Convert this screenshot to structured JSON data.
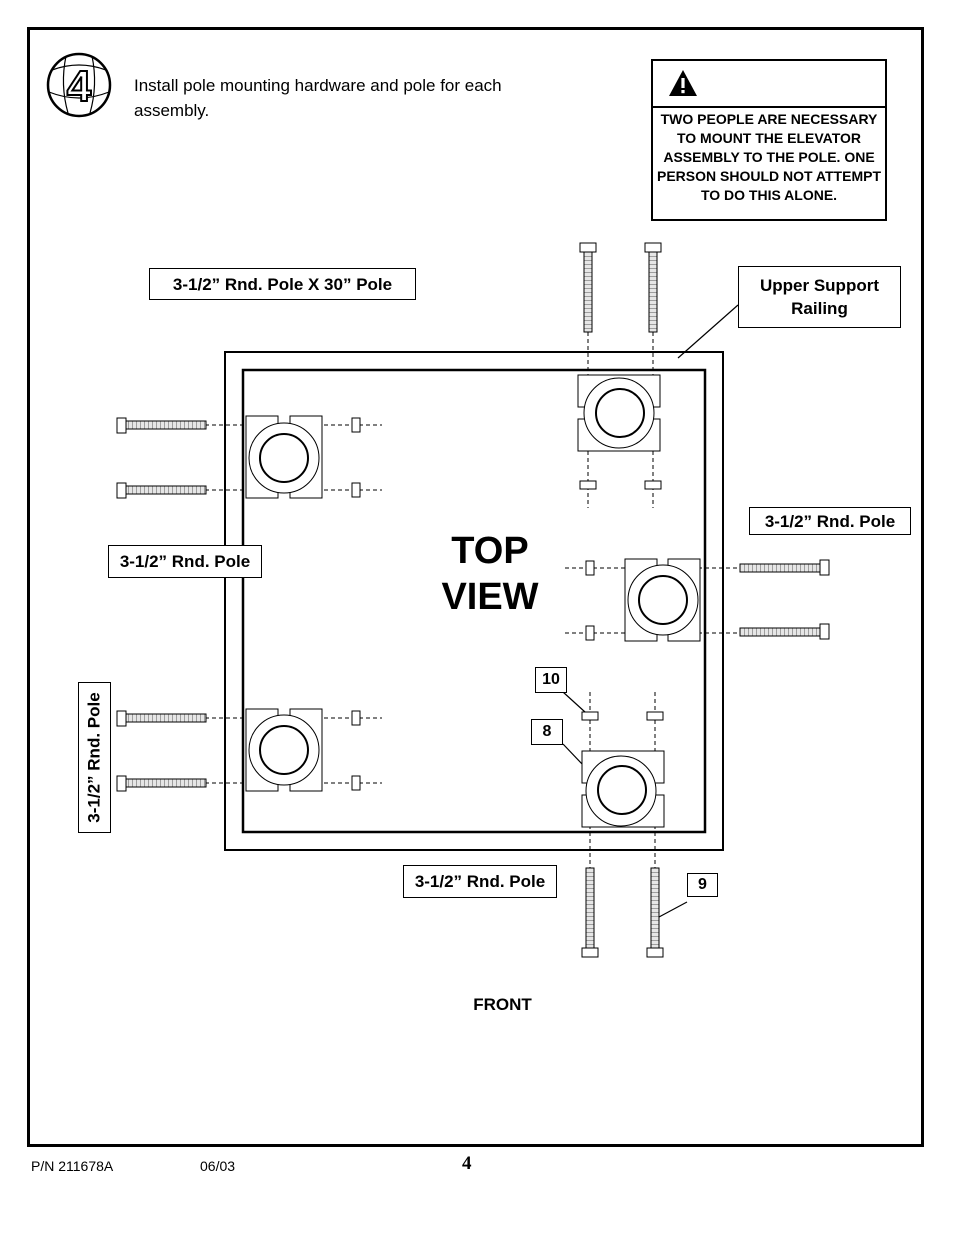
{
  "step": {
    "number": "4",
    "instruction": "Install  pole mounting hardware and pole for each assembly."
  },
  "warning": {
    "text": "TWO PEOPLE ARE NECESSARY TO MOUNT THE ELEVATOR ASSEMBLY TO THE POLE.  ONE PERSON SHOULD NOT ATTEMPT TO DO THIS ALONE."
  },
  "labels": {
    "pole_30": "3-1/2” Rnd. Pole X 30” Pole",
    "upper_support": "Upper Support Railing",
    "pole_right": "3-1/2” Rnd. Pole",
    "pole_left": "3-1/2” Rnd. Pole",
    "pole_vertical": "3-1/2” Rnd. Pole",
    "pole_bottom": "3-1/2” Rnd. Pole"
  },
  "callouts": {
    "nut": "10",
    "clamp": "8",
    "bolt": "9"
  },
  "view_title": {
    "line1": "TOP",
    "line2": "VIEW"
  },
  "orientation": "FRONT",
  "footer": {
    "part_number": "P/N 211678A",
    "date": "06/03",
    "page": "4"
  },
  "colors": {
    "ink": "#000000",
    "bolt_fill": "#cccccc"
  }
}
